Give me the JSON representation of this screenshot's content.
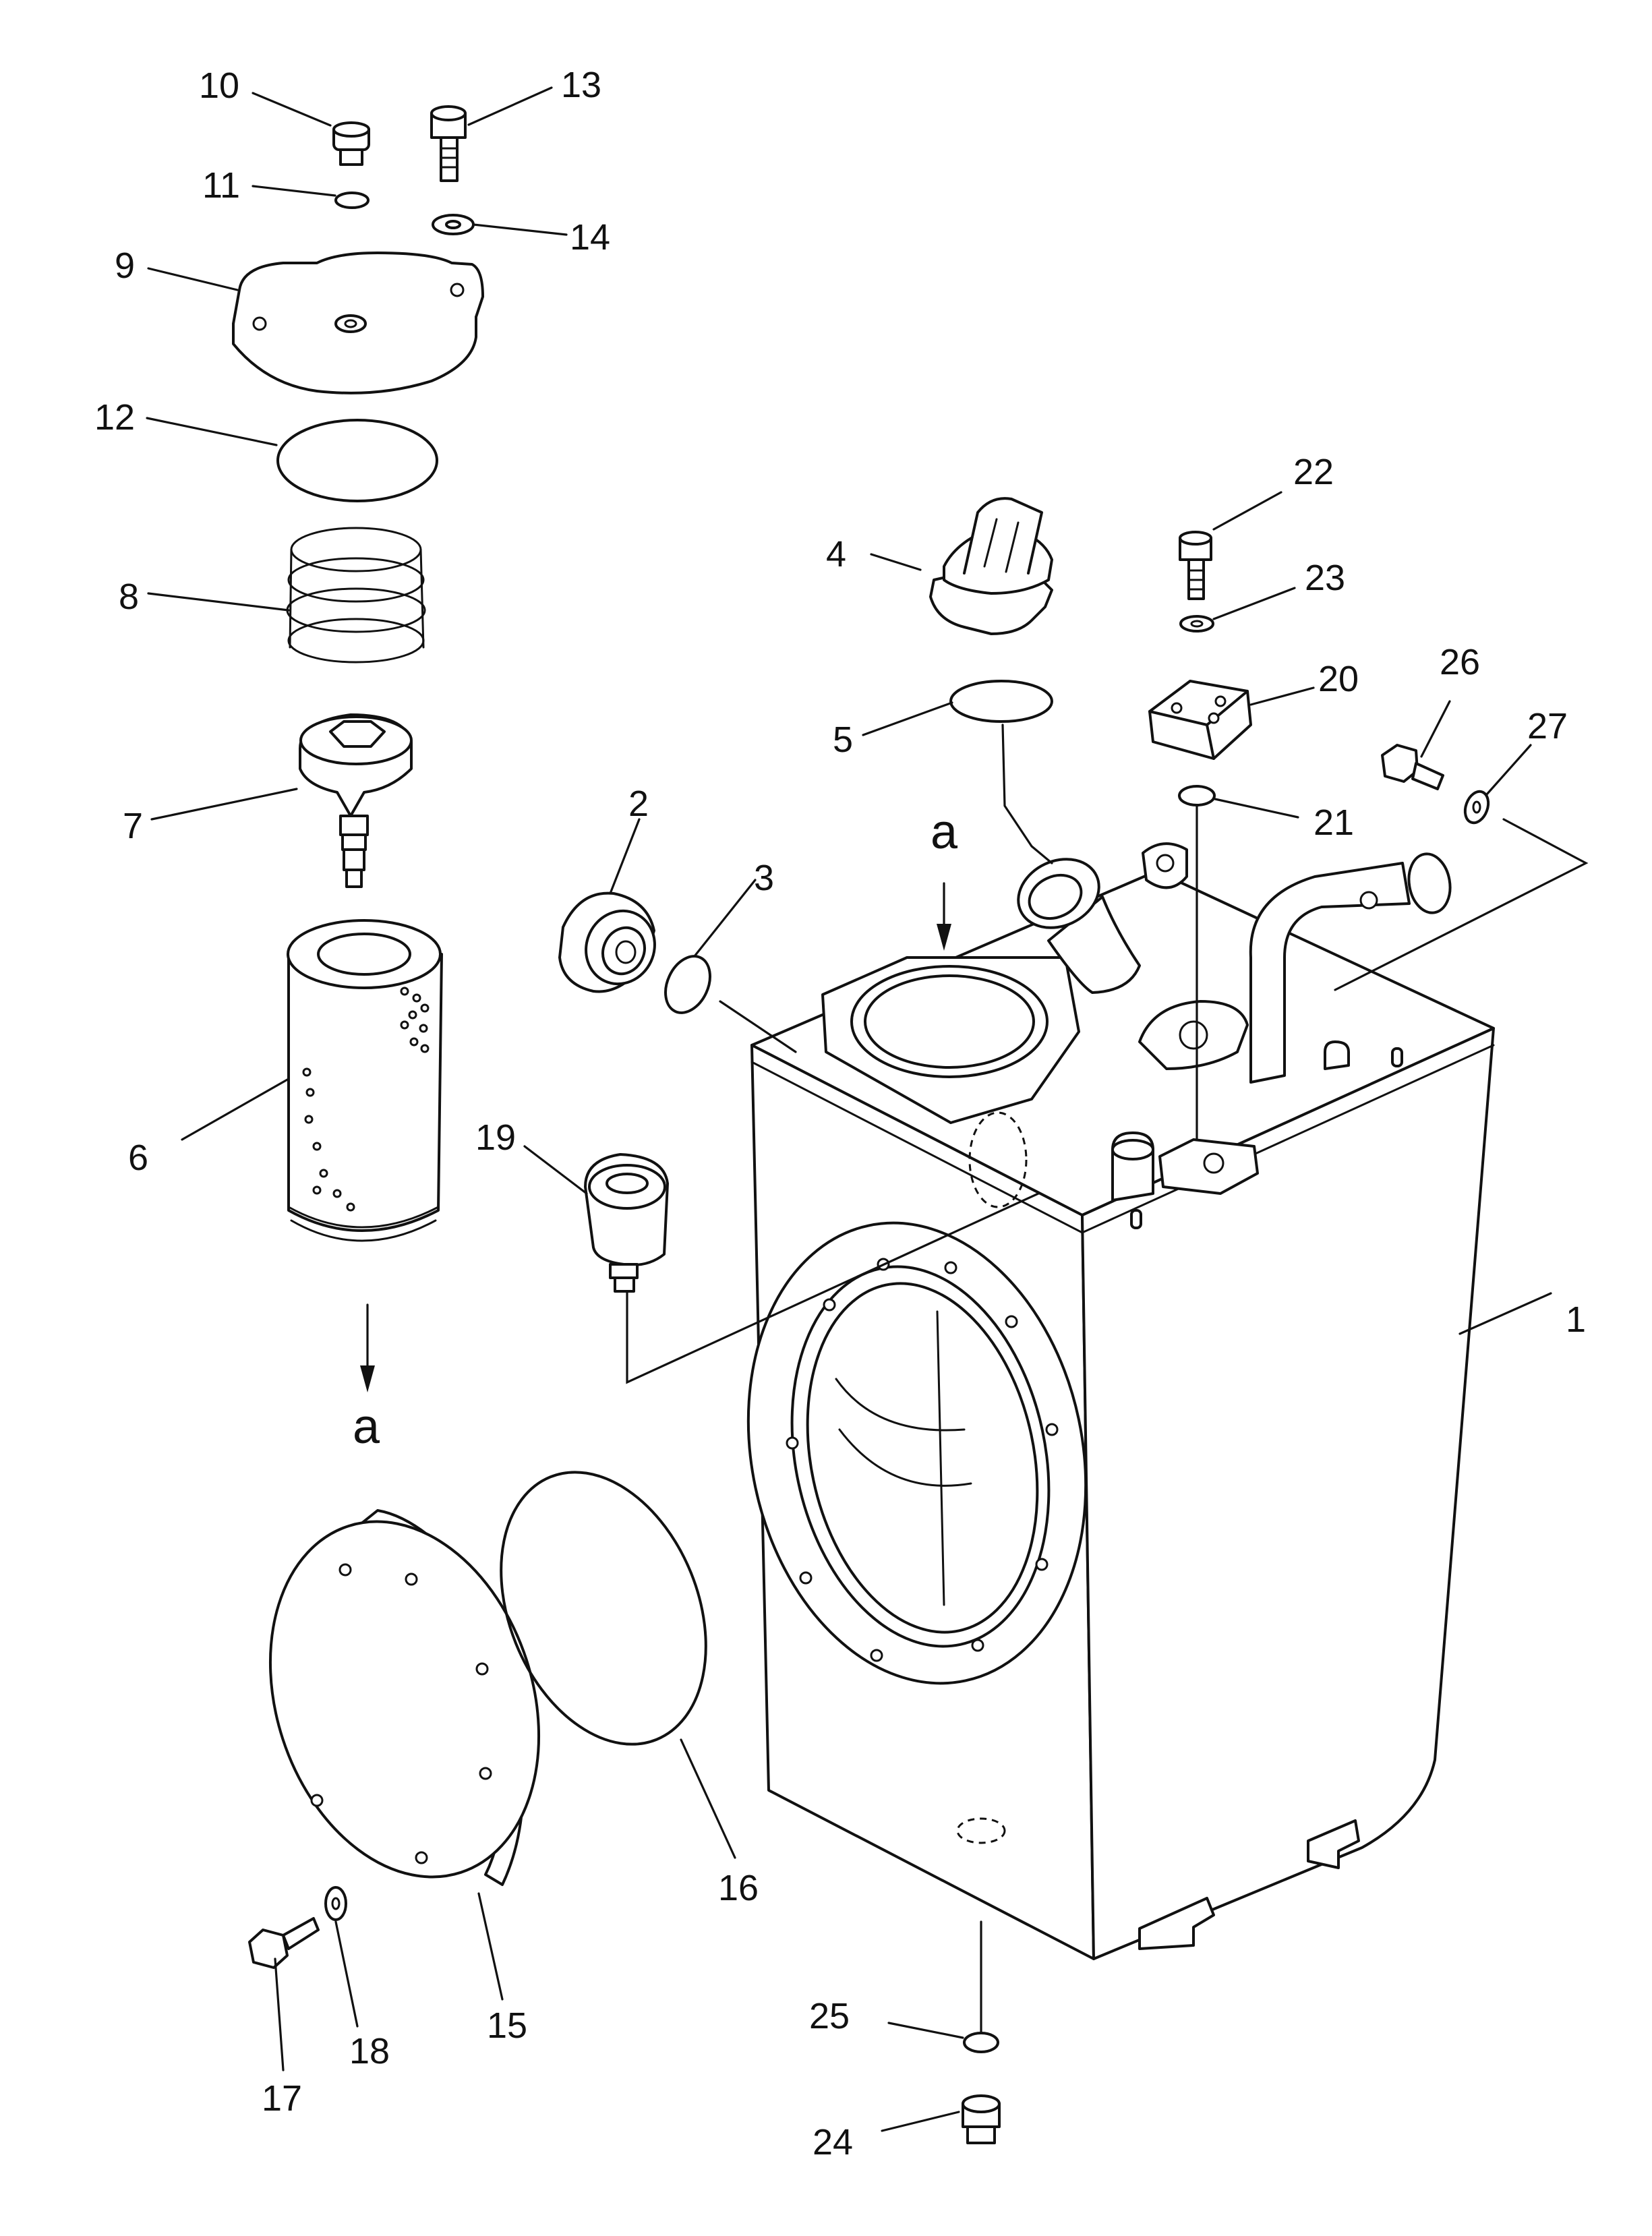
{
  "callouts": [
    "1",
    "2",
    "3",
    "4",
    "5",
    "6",
    "7",
    "8",
    "9",
    "10",
    "11",
    "12",
    "13",
    "14",
    "15",
    "16",
    "17",
    "18",
    "19",
    "20",
    "21",
    "22",
    "23",
    "24",
    "25",
    "26",
    "27"
  ],
  "refs": [
    "a",
    "a"
  ],
  "colors": {
    "ink": "#111111",
    "paper": "#ffffff"
  }
}
